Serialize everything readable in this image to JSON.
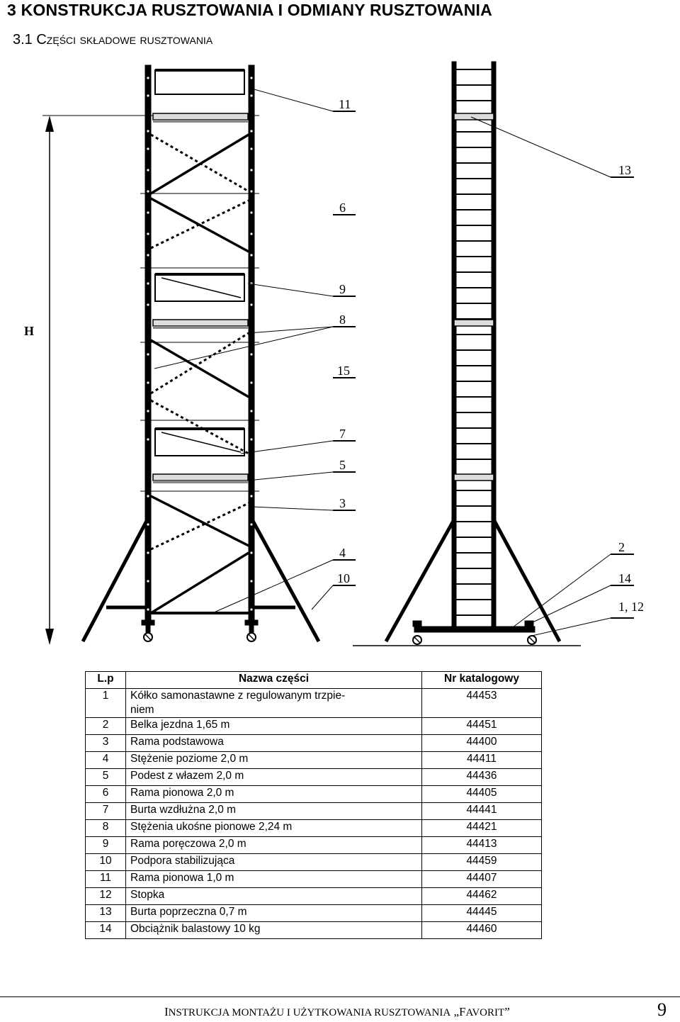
{
  "heading": "3  KONSTRUKCJA RUSZTOWANIA I ODMIANY RUSZTOWANIA",
  "subheading": "3.1 Części składowe rusztowania",
  "dimension_label": "H",
  "callouts": {
    "c11": "11",
    "c13": "13",
    "c6": "6",
    "c9": "9",
    "c8": "8",
    "c15": "15",
    "c7": "7",
    "c5": "5",
    "c3": "3",
    "c4": "4",
    "c2": "2",
    "c10": "10",
    "c14": "14",
    "c1_12": "1, 12"
  },
  "table": {
    "headers": [
      "L.p",
      "Nazwa części",
      "Nr katalogowy"
    ],
    "rows": [
      {
        "lp": "1",
        "name": "Kółko samonastawne z regulowanym trzpie-\nniem",
        "nr": "44453"
      },
      {
        "lp": "2",
        "name": "Belka jezdna 1,65 m",
        "nr": "44451"
      },
      {
        "lp": "3",
        "name": "Rama podstawowa",
        "nr": "44400"
      },
      {
        "lp": "4",
        "name": "Stężenie poziome 2,0 m",
        "nr": "44411"
      },
      {
        "lp": "5",
        "name": "Podest z włazem 2,0 m",
        "nr": "44436"
      },
      {
        "lp": "6",
        "name": "Rama pionowa 2,0 m",
        "nr": "44405"
      },
      {
        "lp": "7",
        "name": "Burta wzdłużna 2,0 m",
        "nr": "44441"
      },
      {
        "lp": "8",
        "name": "Stężenia ukośne pionowe 2,24 m",
        "nr": "44421"
      },
      {
        "lp": "9",
        "name": "Rama poręczowa 2,0 m",
        "nr": "44413"
      },
      {
        "lp": "10",
        "name": "Podpora stabilizująca",
        "nr": "44459"
      },
      {
        "lp": "11",
        "name": "Rama pionowa 1,0 m",
        "nr": "44407"
      },
      {
        "lp": "12",
        "name": "Stopka",
        "nr": "44462"
      },
      {
        "lp": "13",
        "name": "Burta poprzeczna 0,7 m",
        "nr": "44445"
      },
      {
        "lp": "14",
        "name": "Obciążnik balastowy 10 kg",
        "nr": "44460"
      }
    ]
  },
  "footer": {
    "prefix": "I",
    "text_small": "NSTRUKCJA MONTAŻU I UŻYTKOWANIA RUSZTOWANIA",
    "quote_open": " „",
    "brand_first": "F",
    "brand_rest": "AVORIT",
    "quote_close": "”",
    "page": "9"
  }
}
